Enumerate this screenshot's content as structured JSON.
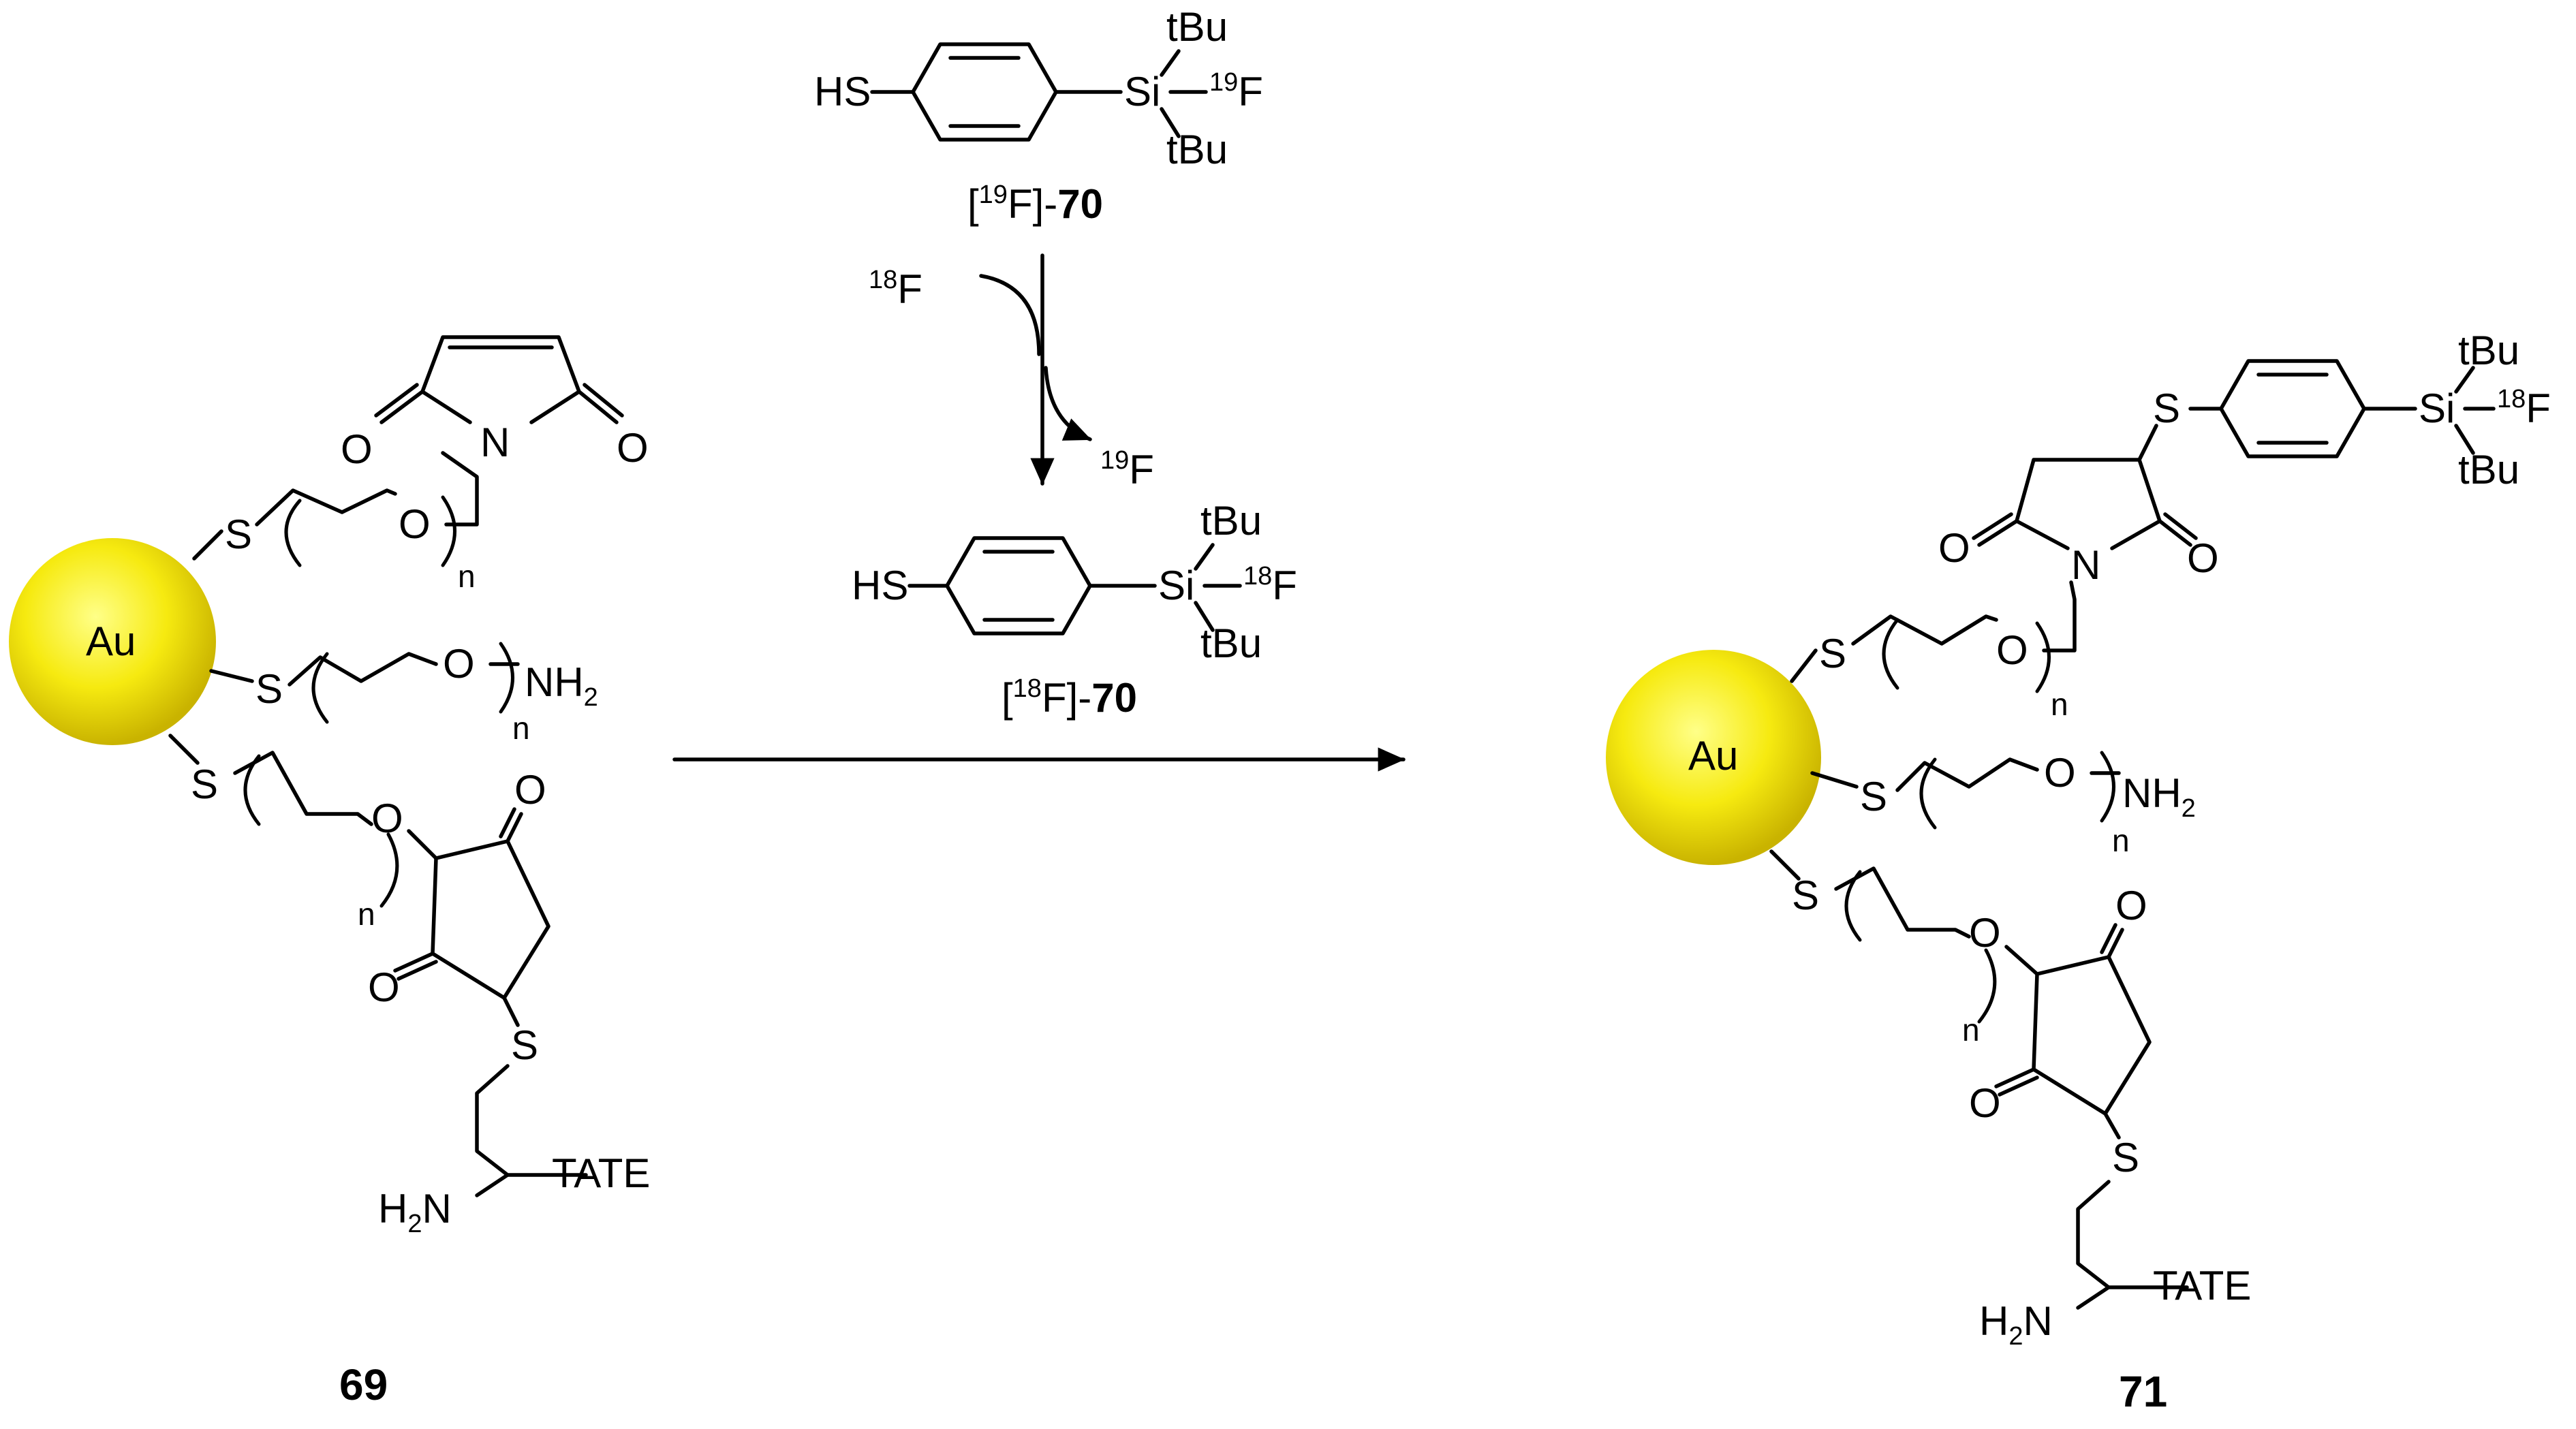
{
  "labels": {
    "au": "Au",
    "hs": "HS",
    "s": "S",
    "o": "O",
    "n": "N",
    "n_sub": "n",
    "nh2": "NH",
    "two": "2",
    "h2n_h": "H",
    "h2n_n": "N",
    "tate": "TATE",
    "si": "Si",
    "tbu": "tBu",
    "f": "F",
    "iso19": "19",
    "iso18": "18",
    "bracket_open": "[",
    "bracket_close": "]-"
  },
  "compounds": {
    "start": "69",
    "product": "71",
    "reagent": "70"
  },
  "colors": {
    "gold_core": "#ffff66",
    "gold_mid": "#f2e400",
    "gold_edge": "#c8b400",
    "line": "#000000"
  }
}
